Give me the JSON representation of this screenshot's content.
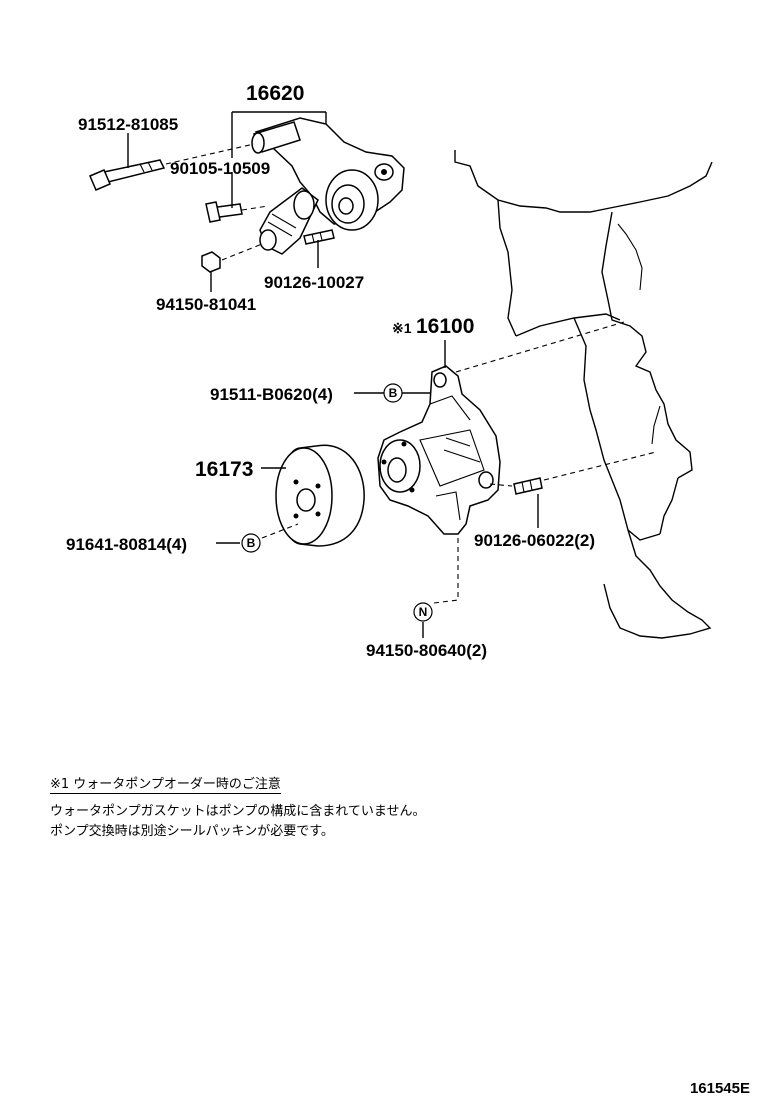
{
  "parts": {
    "tensioner": "16620",
    "bolt_long": "91512-81085",
    "bolt_short": "90105-10509",
    "stud_upper": "90126-10027",
    "nut_upper": "94150-81041",
    "water_pump": "16100",
    "pump_mark": "※1",
    "pump_bolt": "91511-B0620(4)",
    "pulley": "16173",
    "pulley_bolt": "91641-80814(4)",
    "stud_lower": "90126-06022(2)",
    "nut_lower": "94150-80640(2)"
  },
  "bubbles": {
    "b1": "B",
    "b2": "B",
    "n": "N"
  },
  "notes": {
    "title": "※1 ウォータポンプオーダー時のご注意",
    "line1": "ウォータポンプガスケットはポンプの構成に含まれていません。",
    "line2": "ポンプ交換時は別途シールパッキンが必要です。"
  },
  "illustration_id": "161545E"
}
